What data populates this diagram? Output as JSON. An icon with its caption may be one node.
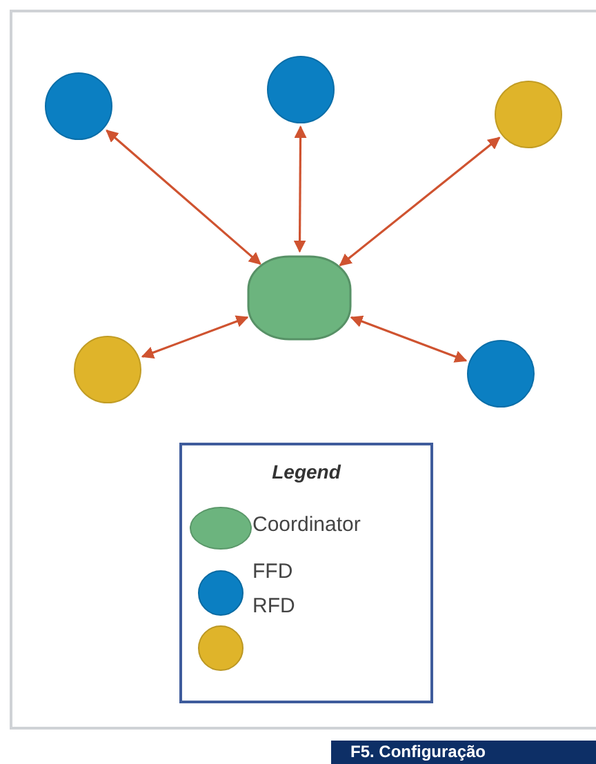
{
  "diagram": {
    "nodes": [
      {
        "text": [],
        "shape": "circle"
      },
      {
        "text": [],
        "shape": "circle"
      },
      {
        "text": [],
        "shape": "circle"
      },
      {
        "text": [],
        "shape": "box"
      },
      {
        "text": [],
        "shape": "circle"
      },
      {
        "text": [],
        "shape": "circle"
      }
    ],
    "edges": [
      {
        "from": 3,
        "to": 0,
        "arrow": "both"
      },
      {
        "from": 3,
        "to": 1,
        "arrow": "both"
      },
      {
        "from": 3,
        "to": 2,
        "arrow": "both"
      },
      {
        "from": 3,
        "to": 4,
        "arrow": "both"
      },
      {
        "from": 3,
        "to": 5,
        "arrow": "both"
      }
    ],
    "labels": [
      "Legend",
      "F5. Configuração"
    ],
    "legend": [
      {
        "text": "Coordinator",
        "color": "#6cb47e"
      },
      {
        "text": "FFD",
        "color": "#0b7fc2"
      },
      {
        "text": "RFD",
        "color": "#dfb42a"
      }
    ]
  }
}
